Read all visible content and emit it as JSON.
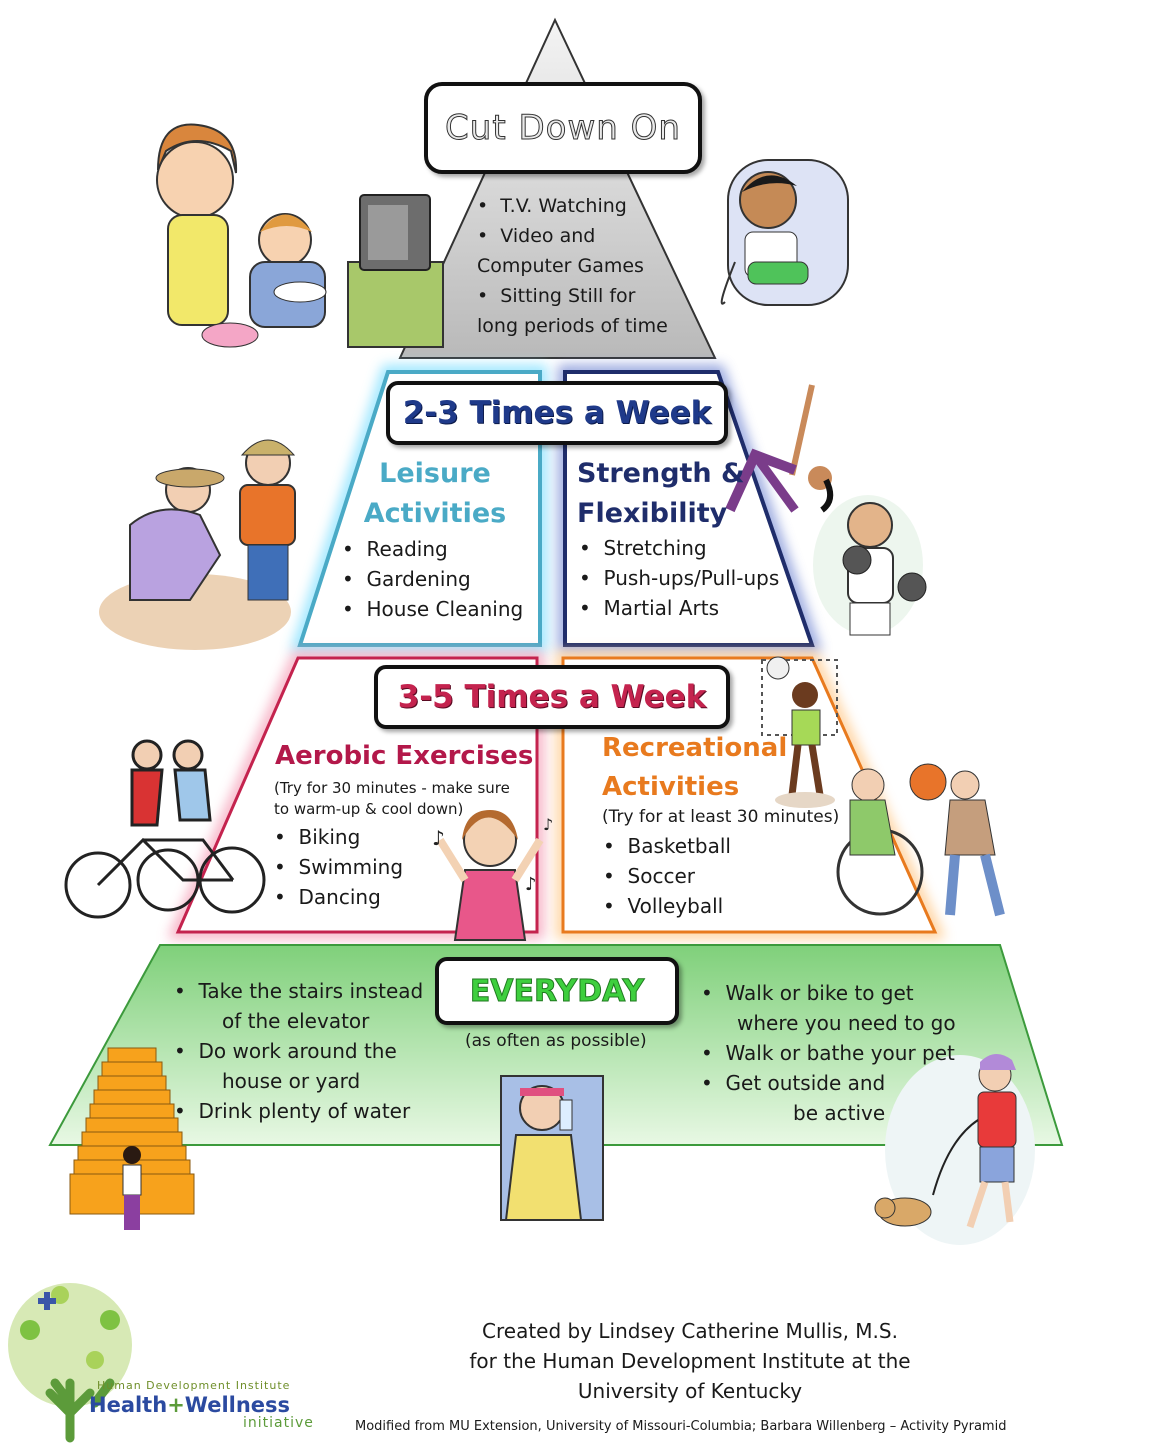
{
  "top": {
    "title": "Cut Down On",
    "items": [
      "T.V. Watching",
      "Video and",
      "Computer Games",
      "Sitting Still for",
      "long periods of time"
    ]
  },
  "tier2": {
    "title": "2-3 Times a Week",
    "left": {
      "heading1": "Leisure",
      "heading2": "Activities",
      "items": [
        "Reading",
        "Gardening",
        "House Cleaning"
      ],
      "color": "#4aaac6"
    },
    "right": {
      "heading1": "Strength &",
      "heading2": "Flexibility",
      "items": [
        "Stretching",
        "Push-ups/Pull-ups",
        "Martial Arts"
      ],
      "color": "#1f2d6b"
    }
  },
  "tier3": {
    "title": "3-5 Times a Week",
    "left": {
      "heading": "Aerobic Exercises",
      "note1": "(Try for 30 minutes - make sure",
      "note2": "to warm-up & cool down)",
      "items": [
        "Biking",
        "Swimming",
        "Dancing"
      ],
      "color": "#b3184a"
    },
    "right": {
      "heading1": "Recreational",
      "heading2": "Activities",
      "note": "(Try for at least 30 minutes)",
      "items": [
        "Basketball",
        "Soccer",
        "Volleyball"
      ],
      "color": "#e87a1e"
    }
  },
  "base": {
    "title": "EVERYDAY",
    "subtitle": "(as often as possible)",
    "left": [
      "Take the stairs instead",
      "of the elevator",
      "Do work around the",
      "house or yard",
      "Drink plenty of water"
    ],
    "right": [
      "Walk or bike to get",
      "where you need to go",
      "Walk or bathe your pet",
      "Get outside and",
      "be active"
    ],
    "color": "#2ea52e"
  },
  "credits": {
    "line1": "Created by Lindsey Catherine Mullis, M.S.",
    "line2": "for the Human Development Institute at the",
    "line3": "University of Kentucky",
    "modified": "Modified from MU Extension, University of Missouri-Columbia; Barbara Willenberg – Activity Pyramid"
  },
  "logo": {
    "org": "Human Development Institute",
    "name_a": "Health",
    "plus": "+",
    "name_b": "Wellness",
    "sub": "initiative"
  }
}
